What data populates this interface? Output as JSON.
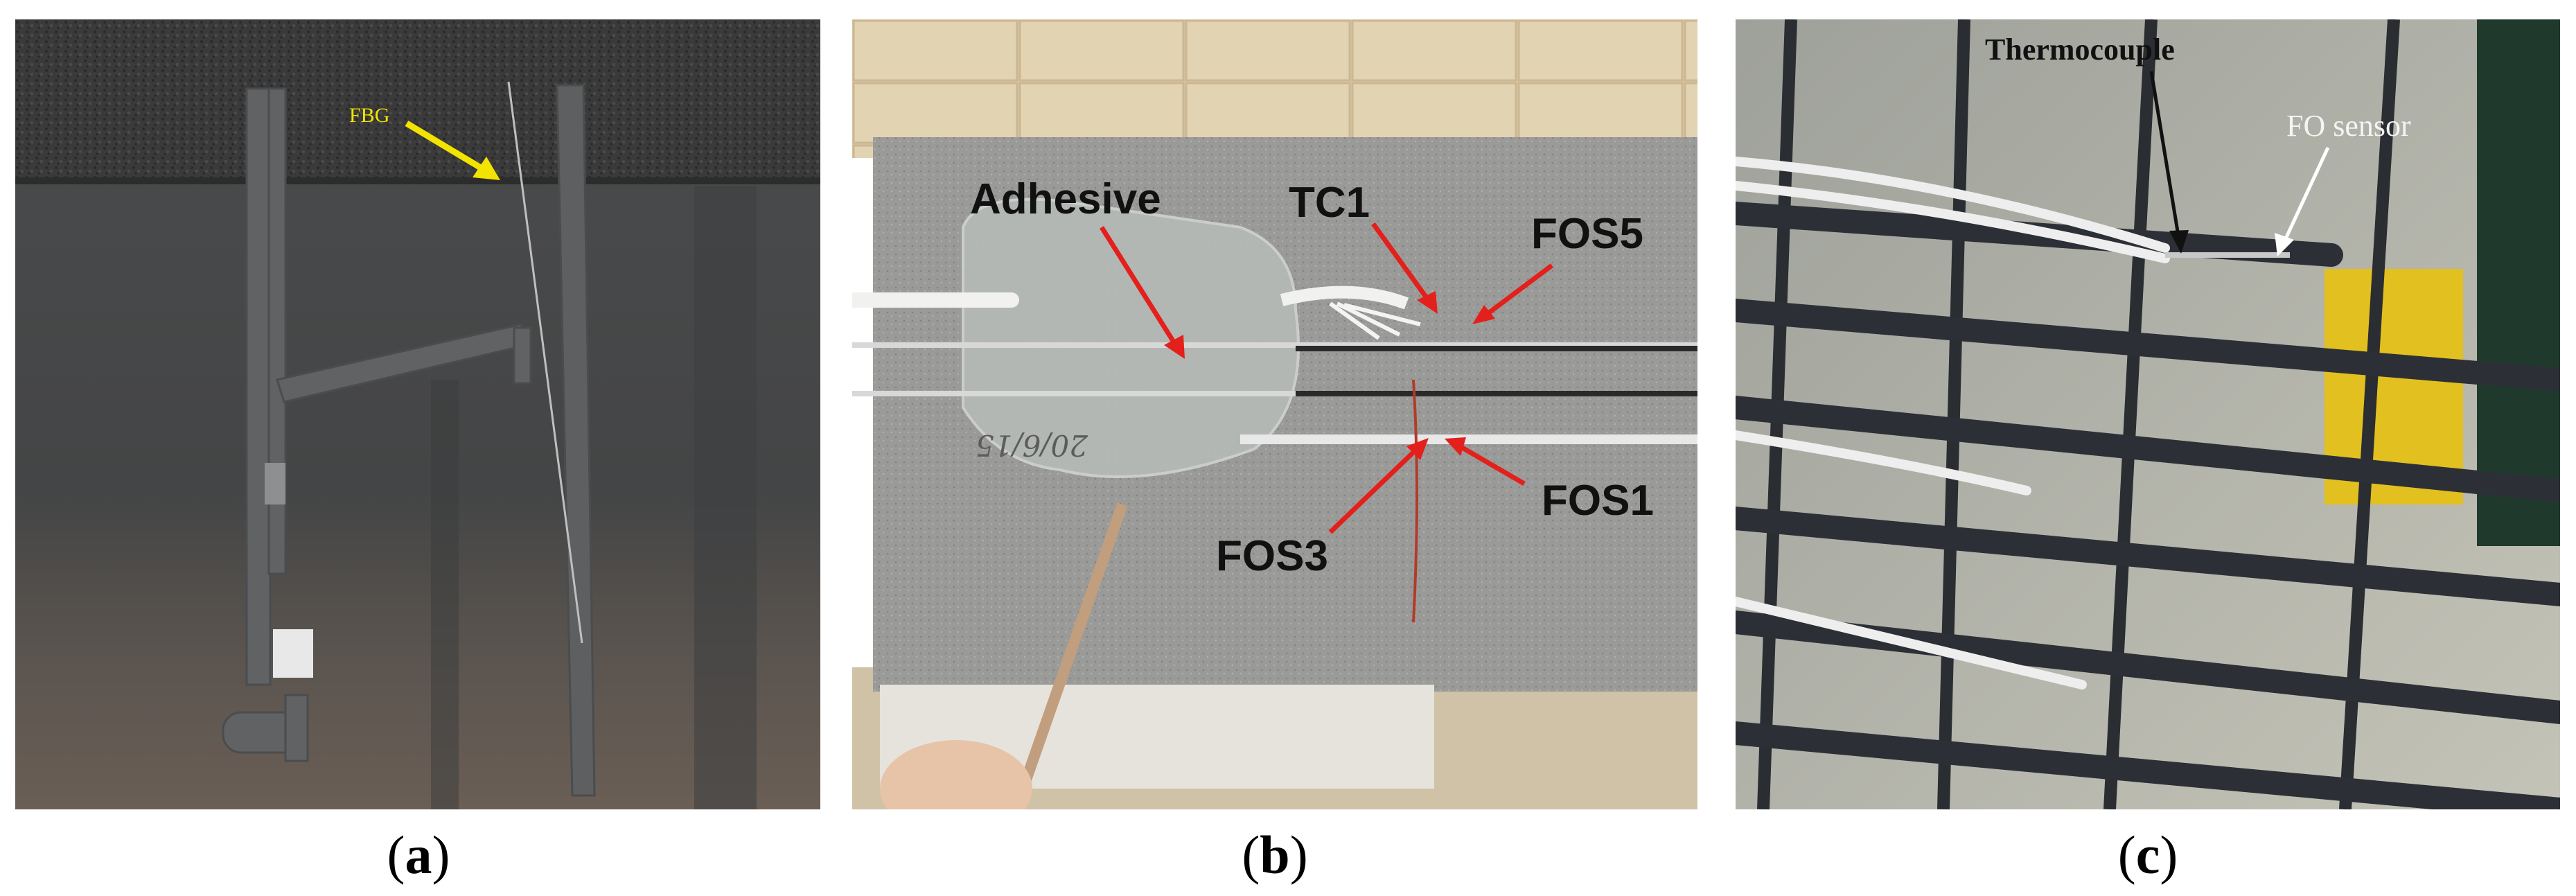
{
  "figure": {
    "panels": [
      {
        "id": "a",
        "caption_letter": "a",
        "labels": [
          {
            "text": "FBG",
            "color": "#f2e400"
          }
        ],
        "arrow_color": "#f2e400"
      },
      {
        "id": "b",
        "caption_letter": "b",
        "labels": [
          {
            "text": "Adhesive",
            "color": "#111111"
          },
          {
            "text": "TC1",
            "color": "#111111"
          },
          {
            "text": "FOS5",
            "color": "#111111"
          },
          {
            "text": "FOS3",
            "color": "#111111"
          },
          {
            "text": "FOS1",
            "color": "#111111"
          }
        ],
        "arrow_color": "#e3201b",
        "handwriting": "20/6/15"
      },
      {
        "id": "c",
        "caption_letter": "c",
        "labels": [
          {
            "text": "Thermocouple",
            "color": "#111111"
          },
          {
            "text": "FO sensor",
            "color": "#f4f4f4"
          }
        ],
        "arrow_color": "#111111"
      }
    ]
  }
}
